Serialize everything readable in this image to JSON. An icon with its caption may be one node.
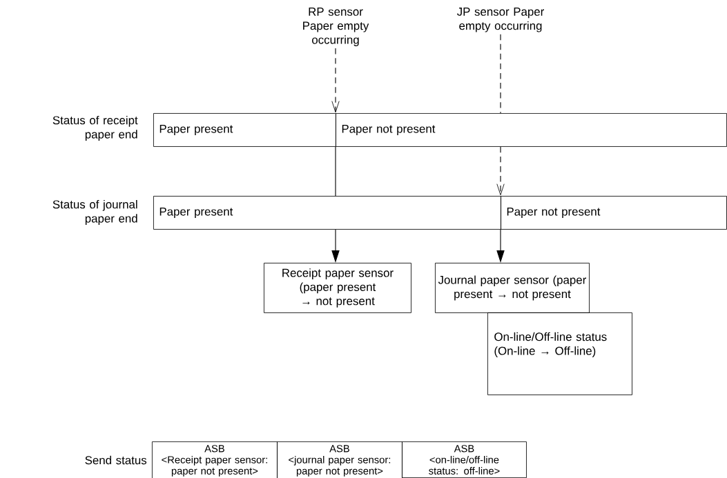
{
  "diagram": {
    "nodes": [
      {
        "text": [
          "RP sensor Paper empty occurring"
        ]
      },
      {
        "text": [
          "JP sensor Paper empty occurring"
        ]
      },
      {
        "text": [
          "Paper present"
        ]
      },
      {
        "text": [
          "Paper not present"
        ]
      },
      {
        "text": [
          "Paper present"
        ]
      },
      {
        "text": [
          "Paper not present"
        ]
      },
      {
        "text": [
          "Receipt paper sensor (paper present → not present"
        ]
      },
      {
        "text": [
          "Journal paper sensor (paper present → not present"
        ]
      },
      {
        "text": [
          "On-line/Off-line status (On-line → Off-line)"
        ]
      },
      {
        "text": [
          "ASB",
          "<Receipt paper sensor: paper not present>"
        ]
      },
      {
        "text": [
          "ASB",
          "<journal paper sensor: paper not present>"
        ]
      },
      {
        "text": [
          "ASB",
          "<on-line/off-line status: off-line>"
        ]
      }
    ],
    "edges": [
      {
        "from": 0,
        "to": 3,
        "arrow": "to",
        "style": "dashed"
      },
      {
        "from": 1,
        "to": 3,
        "arrow": "none",
        "style": "dashed"
      },
      {
        "from": 3,
        "to": 5,
        "arrow": "to",
        "style": "dashed"
      },
      {
        "from": 3,
        "to": 4,
        "arrow": "none"
      },
      {
        "from": 4,
        "to": 6,
        "arrow": "to"
      },
      {
        "from": 5,
        "to": 7,
        "arrow": "to"
      }
    ],
    "labels": [
      "Status of receipt paper end",
      "Status of journal paper end",
      "Send status"
    ]
  }
}
